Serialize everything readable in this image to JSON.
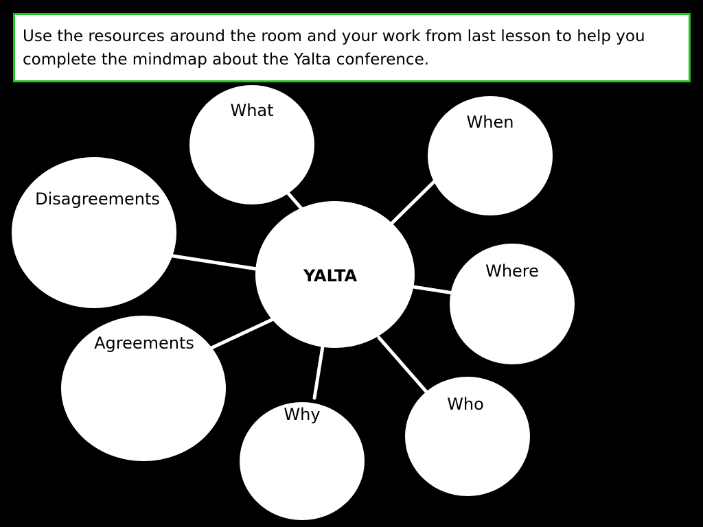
{
  "instruction": "Use the resources around the room and your work from last lesson to help you complete the mindmap about the Yalta conference.",
  "mindmap": {
    "center": "YALTA",
    "nodes": {
      "what": "What",
      "when": "When",
      "where": "Where",
      "who": "Who",
      "why": "Why",
      "agreements": "Agreements",
      "disagreements": "Disagreements"
    }
  },
  "colors": {
    "background": "#000000",
    "bubble": "#ffffff",
    "instruction_border": "#22c322"
  }
}
